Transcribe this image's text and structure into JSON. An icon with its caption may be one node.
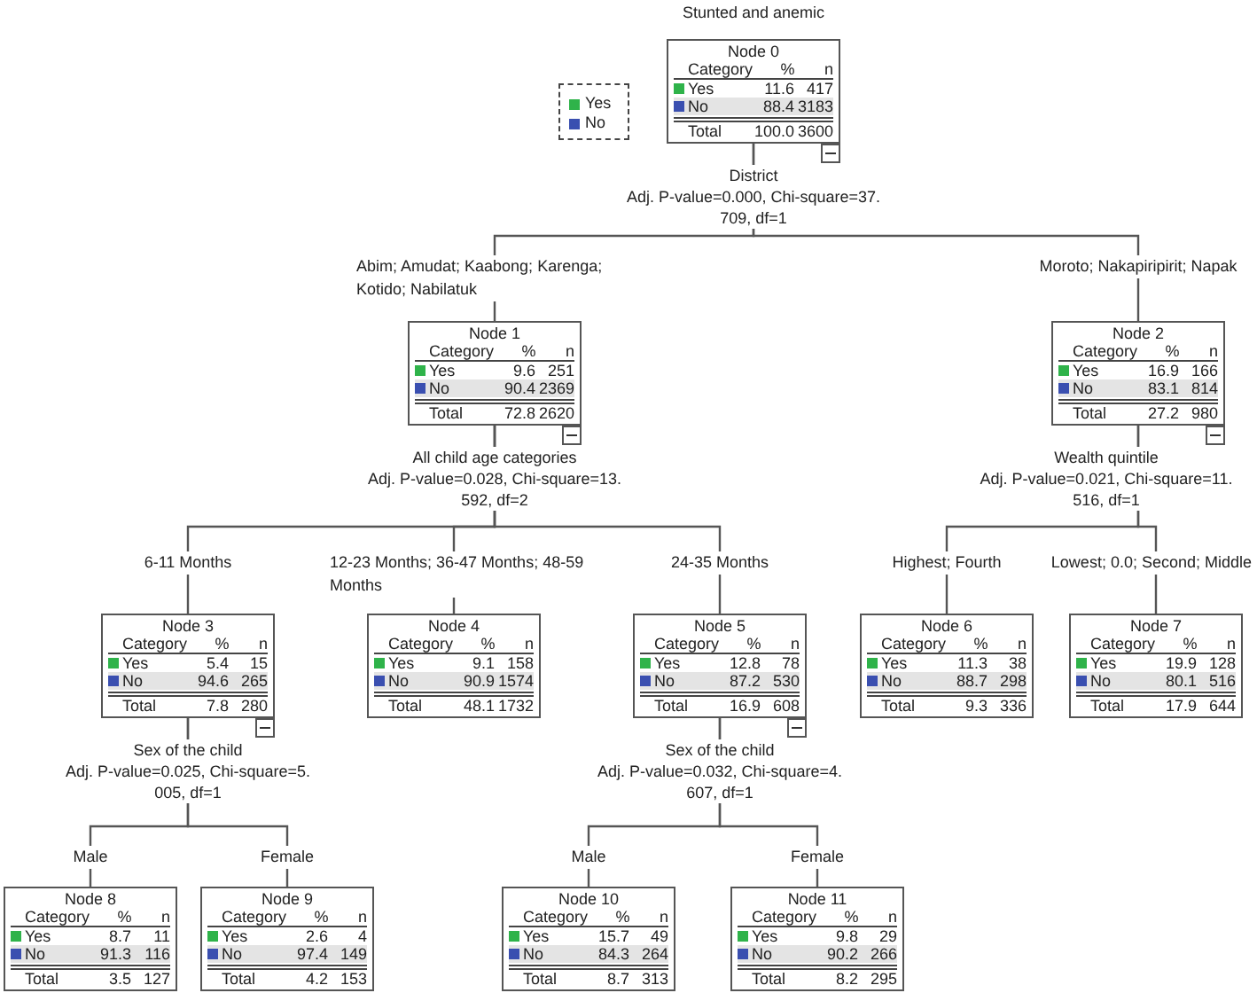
{
  "diagram": {
    "title": "Stunted and anemic",
    "nodes": [
      {
        "text": [
          "Node 0",
          "Category",
          "%",
          "n",
          "Yes",
          "11.6",
          "417",
          "No",
          "88.4",
          "3183",
          "Total",
          "100.0",
          "3600"
        ],
        "beside": [
          "District",
          "Adj. P-value=0.000, Chi-square=37. 709, df=1"
        ]
      },
      {
        "text": [
          "Node 1",
          "Category",
          "%",
          "n",
          "Yes",
          "9.6",
          "251",
          "No",
          "90.4",
          "2369",
          "Total",
          "72.8",
          "2620"
        ],
        "beside": [
          "All child age categories",
          "Adj. P-value=0.028, Chi-square=13. 592, df=2"
        ]
      },
      {
        "text": [
          "Node 2",
          "Category",
          "%",
          "n",
          "Yes",
          "16.9",
          "166",
          "No",
          "83.1",
          "814",
          "Total",
          "27.2",
          "980"
        ],
        "beside": [
          "Wealth quintile",
          "Adj. P-value=0.021, Chi-square=11. 516, df=1"
        ]
      },
      {
        "text": [
          "Node 3",
          "Category",
          "%",
          "n",
          "Yes",
          "5.4",
          "15",
          "No",
          "94.6",
          "265",
          "Total",
          "7.8",
          "280"
        ],
        "beside": [
          "Sex of the child",
          "Adj. P-value=0.025, Chi-square=5. 005, df=1"
        ]
      },
      {
        "text": [
          "Node 4",
          "Category",
          "%",
          "n",
          "Yes",
          "9.1",
          "158",
          "No",
          "90.9",
          "1574",
          "Total",
          "48.1",
          "1732"
        ]
      },
      {
        "text": [
          "Node 5",
          "Category",
          "%",
          "n",
          "Yes",
          "12.8",
          "78",
          "No",
          "87.2",
          "530",
          "Total",
          "16.9",
          "608"
        ],
        "beside": [
          "Sex of the child",
          "Adj. P-value=0.032, Chi-square=4. 607, df=1"
        ]
      },
      {
        "text": [
          "Node 6",
          "Category",
          "%",
          "n",
          "Yes",
          "11.3",
          "38",
          "No",
          "88.7",
          "298",
          "Total",
          "9.3",
          "336"
        ]
      },
      {
        "text": [
          "Node 7",
          "Category",
          "%",
          "n",
          "Yes",
          "19.9",
          "128",
          "No",
          "80.1",
          "516",
          "Total",
          "17.9",
          "644"
        ]
      },
      {
        "text": [
          "Node 8",
          "Category",
          "%",
          "n",
          "Yes",
          "8.7",
          "11",
          "No",
          "91.3",
          "116",
          "Total",
          "3.5",
          "127"
        ]
      },
      {
        "text": [
          "Node 9",
          "Category",
          "%",
          "n",
          "Yes",
          "2.6",
          "4",
          "No",
          "97.4",
          "149",
          "Total",
          "4.2",
          "153"
        ]
      },
      {
        "text": [
          "Node 10",
          "Category",
          "%",
          "n",
          "Yes",
          "15.7",
          "49",
          "No",
          "84.3",
          "264",
          "Total",
          "8.7",
          "313"
        ]
      },
      {
        "text": [
          "Node 11",
          "Category",
          "%",
          "n",
          "Yes",
          "9.8",
          "29",
          "No",
          "90.2",
          "266",
          "Total",
          "8.2",
          "295"
        ]
      }
    ],
    "edges": [
      {
        "from": 0,
        "to": 1,
        "arrow": "none",
        "label": "Abim; Amudat; Kaabong; Karenga; Kotido; Nabilatuk"
      },
      {
        "from": 0,
        "to": 2,
        "arrow": "none",
        "label": "Moroto; Nakapiripirit; Napak"
      },
      {
        "from": 1,
        "to": 3,
        "arrow": "none",
        "label": "6-11 Months"
      },
      {
        "from": 1,
        "to": 4,
        "arrow": "none",
        "label": "12-23 Months; 36-47 Months; 48-59 Months"
      },
      {
        "from": 1,
        "to": 5,
        "arrow": "none",
        "label": "24-35 Months"
      },
      {
        "from": 2,
        "to": 6,
        "arrow": "none",
        "label": "Highest; Fourth"
      },
      {
        "from": 2,
        "to": 7,
        "arrow": "none",
        "label": "Lowest; 0.0; Second; Middle"
      },
      {
        "from": 3,
        "to": 8,
        "arrow": "none",
        "label": "Male"
      },
      {
        "from": 3,
        "to": 9,
        "arrow": "none",
        "label": "Female"
      },
      {
        "from": 5,
        "to": 10,
        "arrow": "none",
        "label": "Male"
      },
      {
        "from": 5,
        "to": 11,
        "arrow": "none",
        "label": "Female"
      }
    ],
    "legend": [
      {
        "text": "Yes",
        "color": "#2fb34a"
      },
      {
        "text": "No",
        "color": "#3a4fb0"
      }
    ]
  }
}
